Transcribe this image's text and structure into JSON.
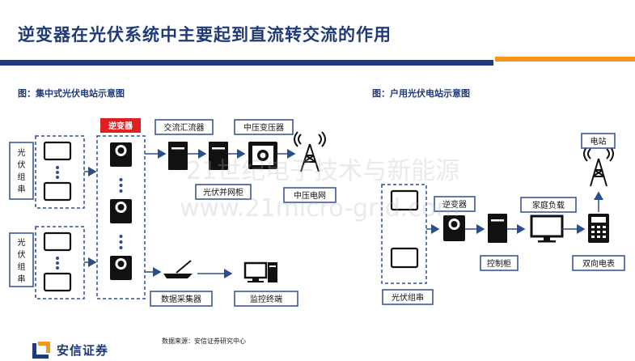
{
  "title": "逆变器在光伏系统中主要起到直流转交流的作用",
  "colors": {
    "navy": "#1f3a7a",
    "orange": "#f7941d",
    "red": "#e02020",
    "box_border": "#2a4f8f",
    "arrow": "#2a4f8f"
  },
  "left_caption": "图：集中式光伏电站示意图",
  "right_caption": "图：户用光伏电站示意图",
  "left": {
    "pv_string_label": "光伏组串",
    "inverter_label": "逆变器",
    "ac_combiner_label": "交流汇流器",
    "mv_transformer_label": "中压变压器",
    "pv_grid_cabinet_label": "光伏并网柜",
    "mv_grid_label": "中压电网",
    "data_collector_label": "数据采集器",
    "monitor_terminal_label": "监控终端"
  },
  "right": {
    "pv_string_label": "光伏组串",
    "inverter_label": "逆变器",
    "control_cabinet_label": "控制柜",
    "household_load_label": "家庭负载",
    "bidirectional_meter_label": "双向电表",
    "power_station_label": "电站"
  },
  "watermark": {
    "line1": "21世纪电子技术与新能源",
    "line2": "www.21micro-grid.com"
  },
  "source": "数据来源：安信证券研究中心",
  "logo": {
    "name": "安信证券",
    "icon": "essence-securities-logo-icon"
  }
}
